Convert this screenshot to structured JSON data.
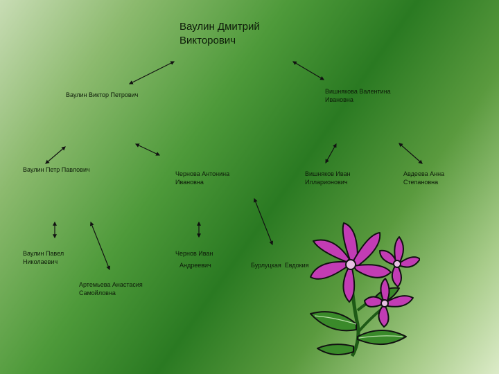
{
  "tree": {
    "root": [
      "Ваулин Дмитрий",
      "Викторович"
    ],
    "father": "Ваулин Виктор Петрович",
    "mother": [
      "Вишнякова Валентина",
      "Ивановна"
    ],
    "father_father": "Ваулин Петр Павлович",
    "father_mother": [
      "Чернова Антонина",
      "Ивановна"
    ],
    "mother_father": [
      "Вишняков Иван",
      "Илларионович"
    ],
    "mother_mother": [
      "Авдеева Анна",
      "Степановна"
    ],
    "ff_father": [
      "Ваулин Павел",
      "Николаевич"
    ],
    "ff_mother": [
      "Артемьева Анастасия",
      "Самойловна"
    ],
    "fm_father": [
      "Чернов Иван",
      "Андреевич"
    ],
    "fm_mother": "Бурлуцкая  Евдокия"
  },
  "colors": {
    "text": "#0c1a08",
    "arrow": "#111111",
    "petal": "#c23cb4",
    "petal_outline": "#111111",
    "leaf": "#3a8a2a"
  },
  "icons": {
    "decoration": "flower-icon"
  }
}
